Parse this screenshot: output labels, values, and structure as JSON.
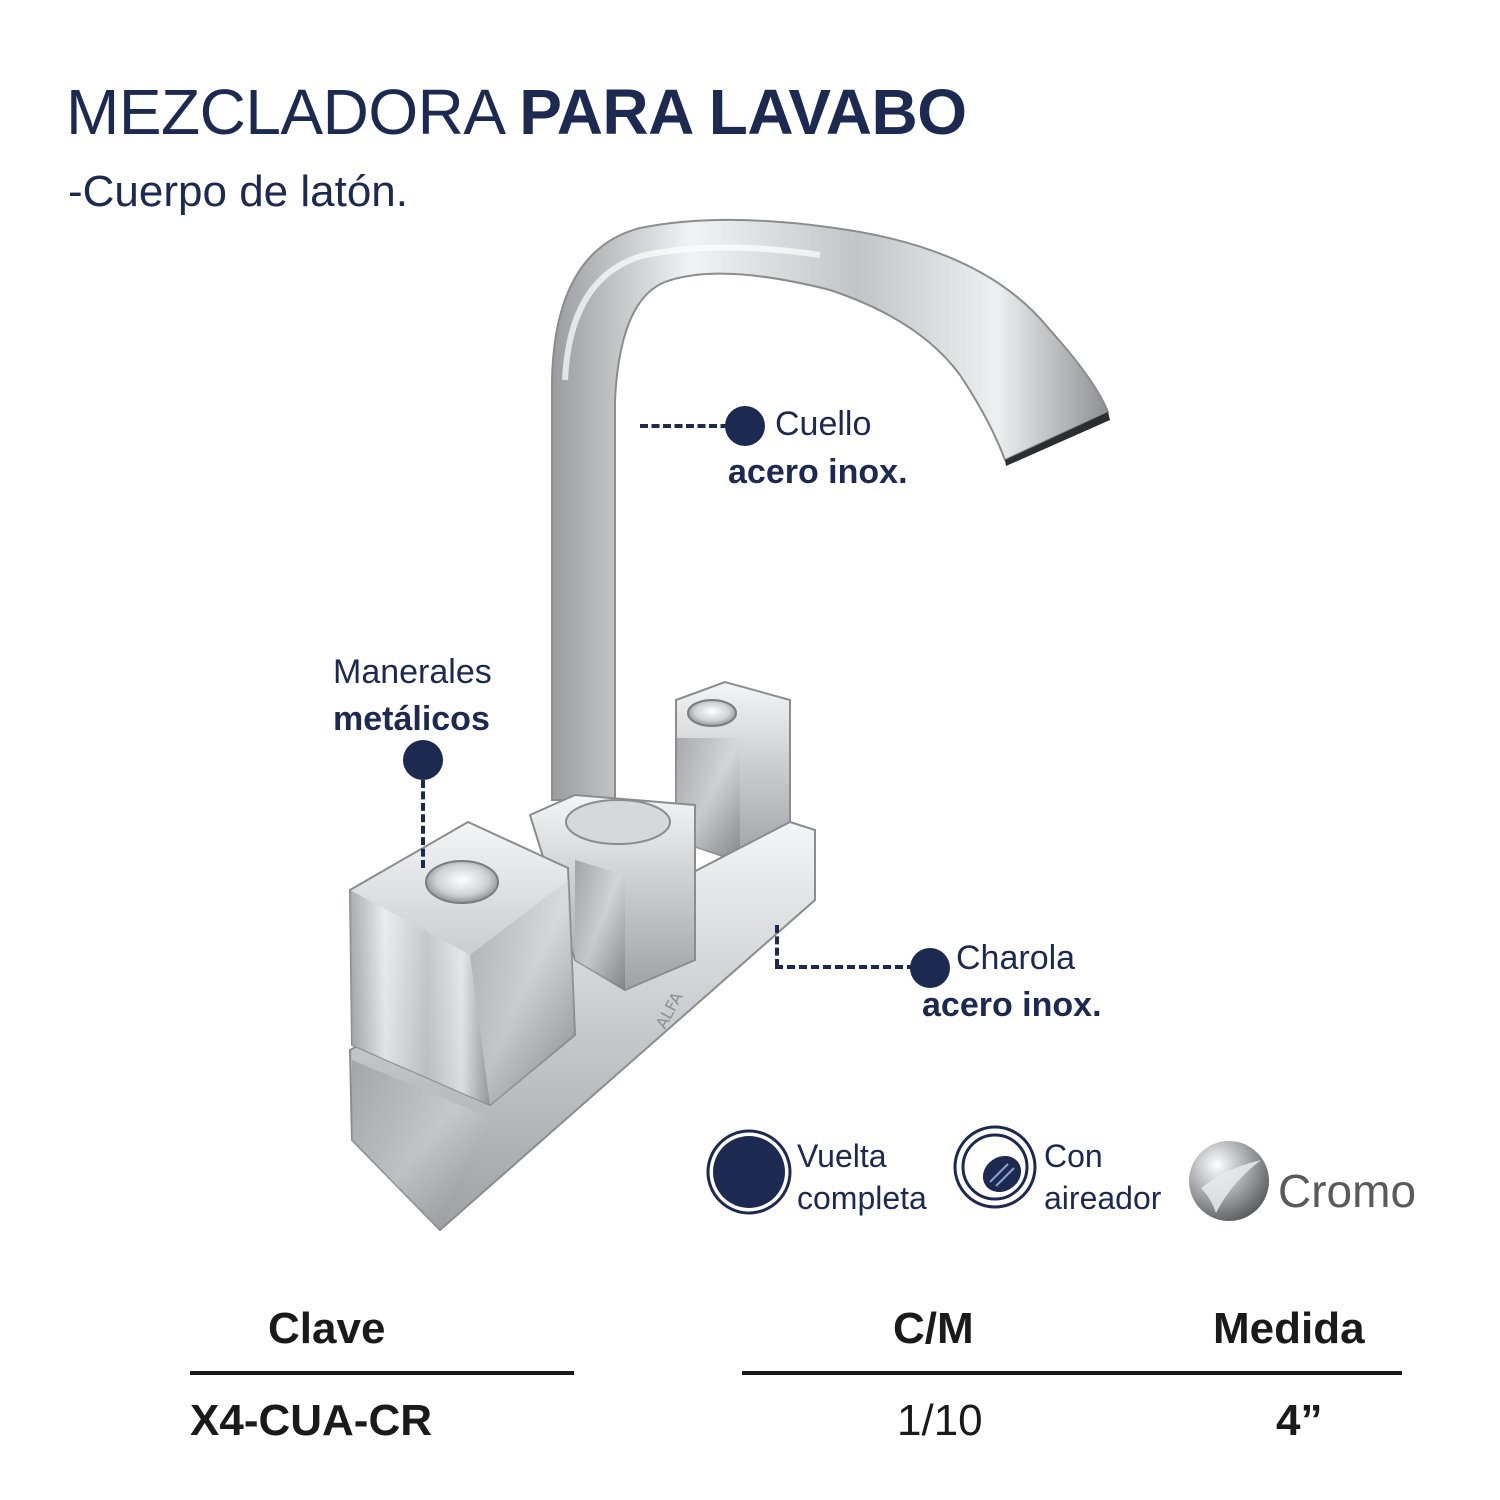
{
  "header": {
    "title_light": "MEZCLADORA ",
    "title_bold": "PARA LAVABO",
    "subtitle": "-Cuerpo de latón."
  },
  "callouts": {
    "cuello": {
      "line1": "Cuello",
      "line2": "acero inox."
    },
    "manerales": {
      "line1": "Manerales",
      "line2": "metálicos"
    },
    "charola": {
      "line1": "Charola",
      "line2": "acero inox."
    }
  },
  "product": {
    "brand_mark": "ALFA"
  },
  "features": {
    "vuelta": {
      "line1": "Vuelta",
      "line2": "completa",
      "icon": "full-turn-icon"
    },
    "aireador": {
      "line1": "Con",
      "line2": "aireador",
      "icon": "aerator-icon"
    },
    "cromo": {
      "label": "Cromo",
      "icon": "chrome-finish-icon"
    }
  },
  "colors": {
    "navy": "#1c2a52",
    "chrome": "#c9cbce"
  },
  "table": {
    "headers": {
      "clave": "Clave",
      "cm": "C/M",
      "medida": "Medida"
    },
    "row": {
      "clave": "X4-CUA-CR",
      "cm": "1/10",
      "medida": "4”"
    }
  }
}
